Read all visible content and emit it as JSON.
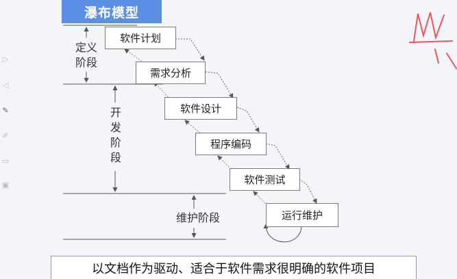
{
  "title": "瀑布模型",
  "stages": [
    {
      "label": "软件计划"
    },
    {
      "label": "需求分析"
    },
    {
      "label": "软件设计"
    },
    {
      "label": "程序编码"
    },
    {
      "label": "软件测试"
    },
    {
      "label": "运行维护"
    }
  ],
  "phases": {
    "definition": "定义\n阶段",
    "development": "开\n发\n阶\n段",
    "maintenance": "维护阶段"
  },
  "footer": "以文档作为驱动、适合于软件需求很明确的软件项目",
  "colors": {
    "banner": "#5b8fe4",
    "annotation": "#e8555d"
  },
  "toolbar_icons": [
    "play-icon",
    "back-icon",
    "pen-icon",
    "marker-icon",
    "eraser-icon",
    "image-icon"
  ]
}
